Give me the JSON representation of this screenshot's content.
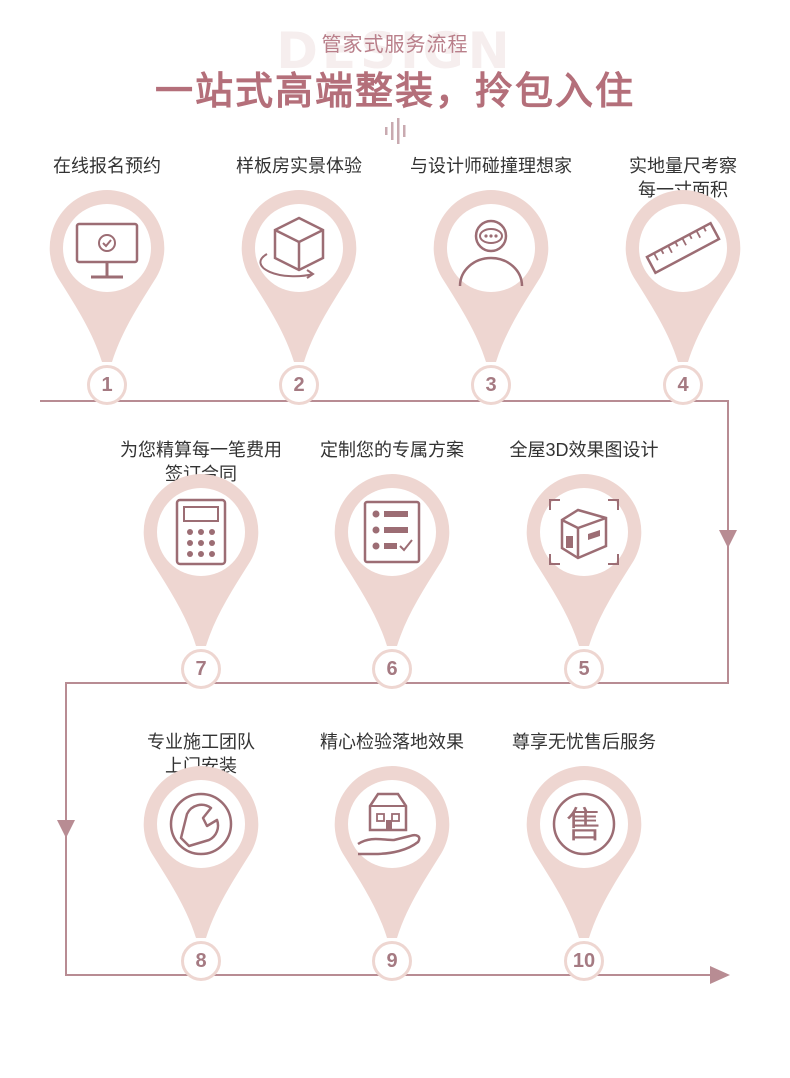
{
  "header": {
    "watermark": "DESIGN",
    "subtitle": "管家式服务流程",
    "title": "一站式高端整装，拎包入住"
  },
  "colors": {
    "accent": "#b46f7a",
    "pin_fill": "#eed6d1",
    "line": "#b88c93",
    "icon": "#9c6d74"
  },
  "steps": [
    {
      "num": "1",
      "lines": [
        "在线报名预约"
      ],
      "icon": "monitor-check-icon"
    },
    {
      "num": "2",
      "lines": [
        "样板房实景体验"
      ],
      "icon": "cube-rotate-icon"
    },
    {
      "num": "3",
      "lines": [
        "与设计师碰撞理想家"
      ],
      "icon": "designer-chat-icon"
    },
    {
      "num": "4",
      "lines": [
        "实地量尺考察",
        "每一寸面积"
      ],
      "icon": "ruler-icon"
    },
    {
      "num": "5",
      "lines": [
        "全屋3D效果图设计"
      ],
      "icon": "3d-house-icon"
    },
    {
      "num": "6",
      "lines": [
        "定制您的专属方案"
      ],
      "icon": "checklist-icon"
    },
    {
      "num": "7",
      "lines": [
        "为您精算每一笔费用",
        "签订合同"
      ],
      "icon": "calculator-icon"
    },
    {
      "num": "8",
      "lines": [
        "专业施工团队",
        "上门安装"
      ],
      "icon": "wrench-icon"
    },
    {
      "num": "9",
      "lines": [
        "精心检验落地效果"
      ],
      "icon": "house-hand-icon"
    },
    {
      "num": "10",
      "lines": [
        "尊享无忧售后服务"
      ],
      "icon": "shou-character-icon"
    }
  ],
  "after_sales_char": "售"
}
